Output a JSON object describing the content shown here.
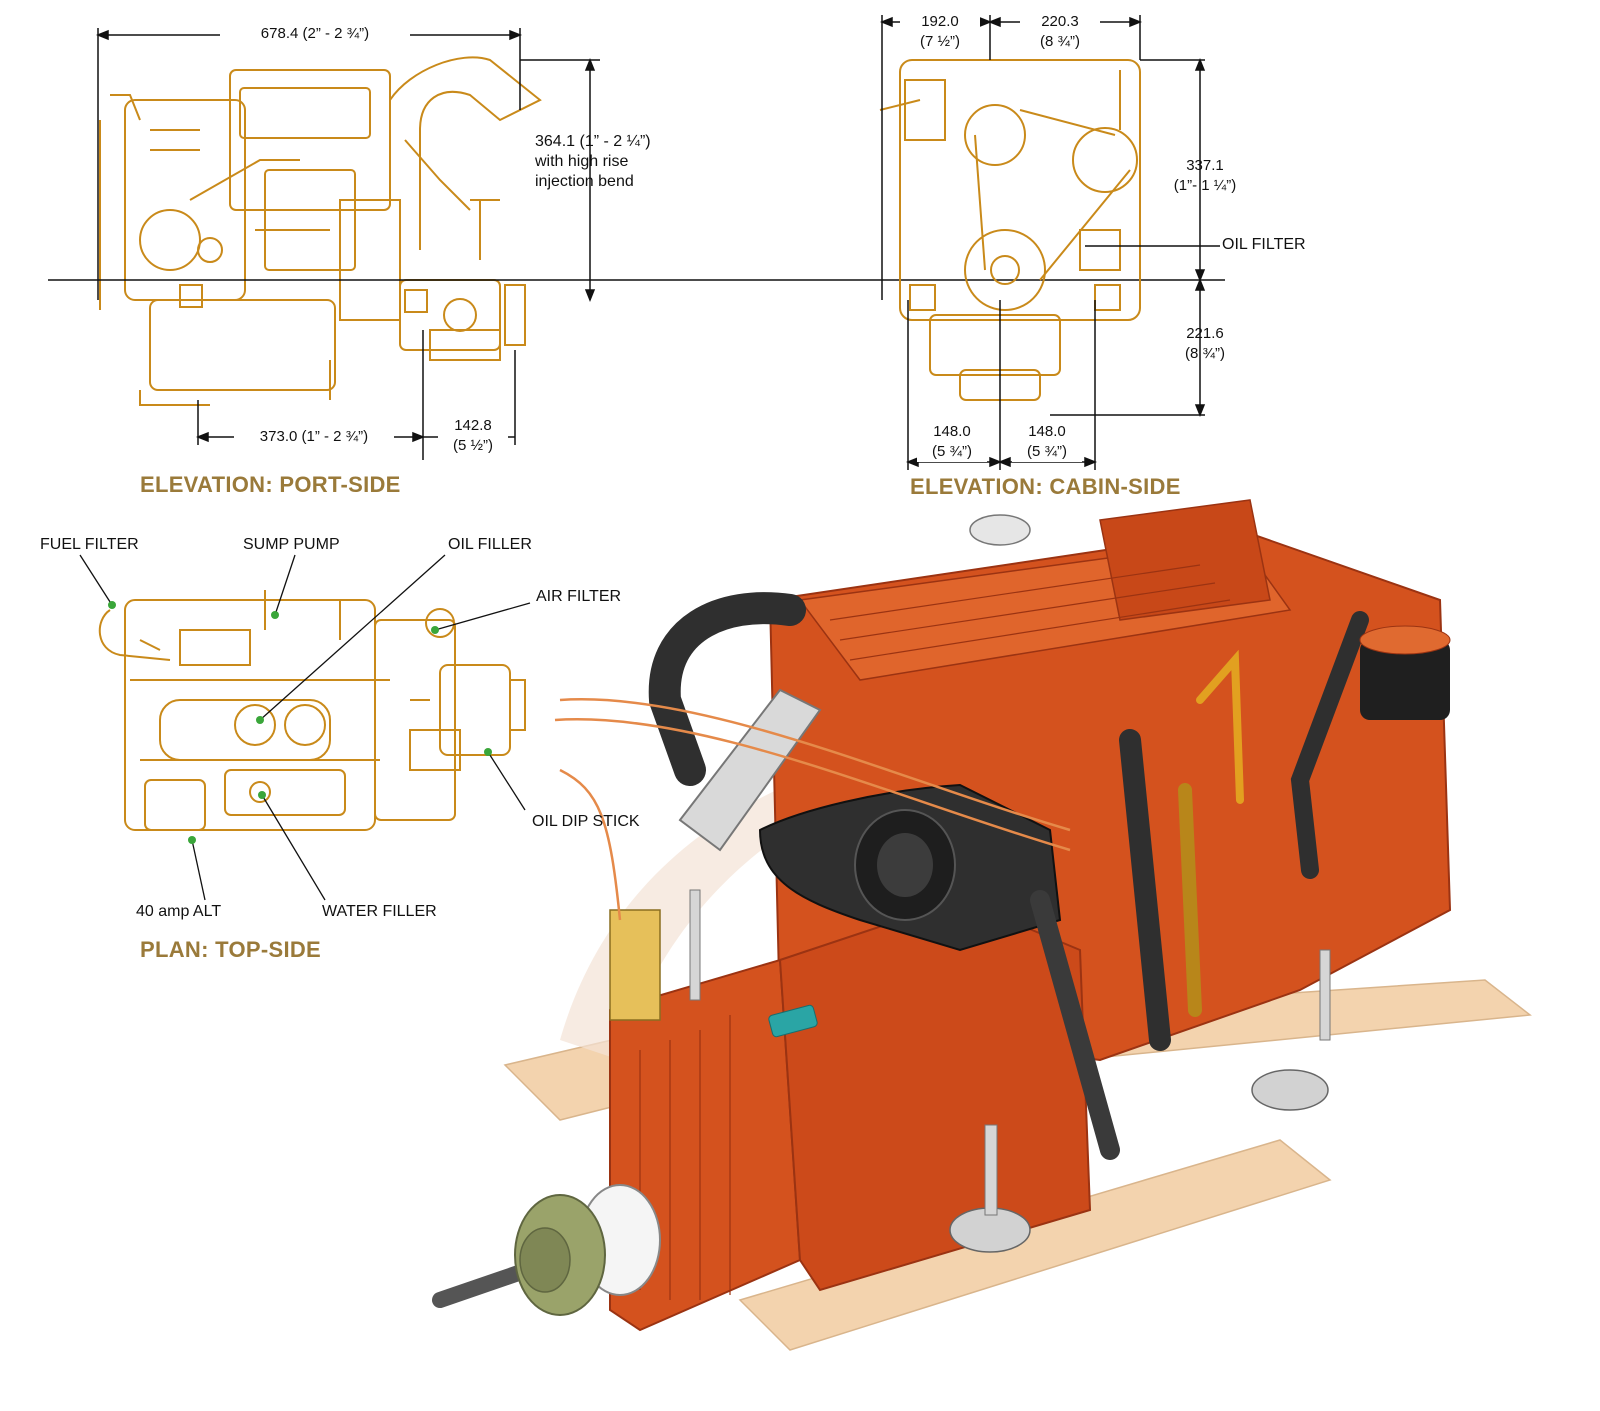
{
  "colors": {
    "line_art": "#c98a1a",
    "dim_line": "#111111",
    "title": "#9a7a3a",
    "engine_red": "#d4521e",
    "engine_dark": "#9b3312",
    "hose": "#2f2f2f",
    "mount_board": "#f3d3ae",
    "pointer_green": "#3aa63a"
  },
  "views": {
    "port": {
      "title": "ELEVATION: PORT-SIDE",
      "dims": {
        "overall_length": "678.4 (2” - 2 ¾”)",
        "height_bend": "364.1 (1” - 2 ¼”)\nwith high rise\ninjection bend",
        "mount_span": "373.0 (1” - 2 ¾”)",
        "flange": "142.8\n(5 ½”)"
      }
    },
    "cabin": {
      "title": "ELEVATION: CABIN-SIDE",
      "dims": {
        "left_width": "192.0\n(7 ½”)",
        "right_width": "220.3\n(8 ¾”)",
        "upper_height": "337.1\n(1”- 1 ¼”)",
        "lower_height": "221.6\n(8 ¾”)",
        "mount_left": "148.0\n(5 ¾”)",
        "mount_right": "148.0\n(5 ¾”)"
      },
      "labels": {
        "oil_filter": "OIL FILTER"
      }
    },
    "plan": {
      "title": "PLAN: TOP-SIDE",
      "labels": {
        "fuel_filter": "FUEL FILTER",
        "sump_pump": "SUMP PUMP",
        "oil_filler": "OIL FILLER",
        "air_filter": "AIR FILTER",
        "oil_dip_stick": "OIL DIP STICK",
        "alternator": "40 amp ALT",
        "water_filler": "WATER FILLER"
      }
    }
  }
}
